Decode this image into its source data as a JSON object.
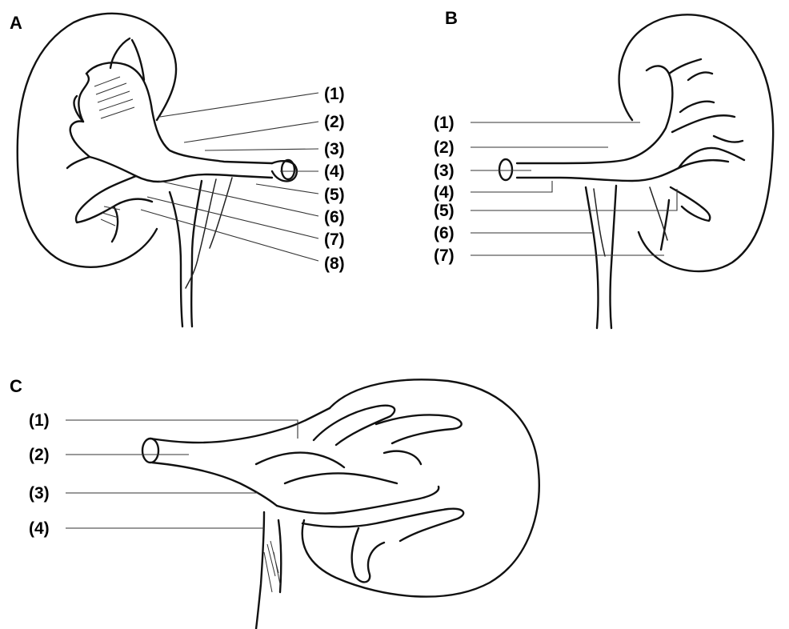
{
  "panels": [
    {
      "letter": "A",
      "labels": [
        "(1)",
        "(2)",
        "(3)",
        "(4)",
        "(5)",
        "(6)",
        "(7)",
        "(8)"
      ]
    },
    {
      "letter": "B",
      "labels": [
        "(1)",
        "(2)",
        "(3)",
        "(4)",
        "(5)",
        "(6)",
        "(7)"
      ]
    },
    {
      "letter": "C",
      "labels": [
        "(1)",
        "(2)",
        "(3)",
        "(4)"
      ]
    }
  ]
}
